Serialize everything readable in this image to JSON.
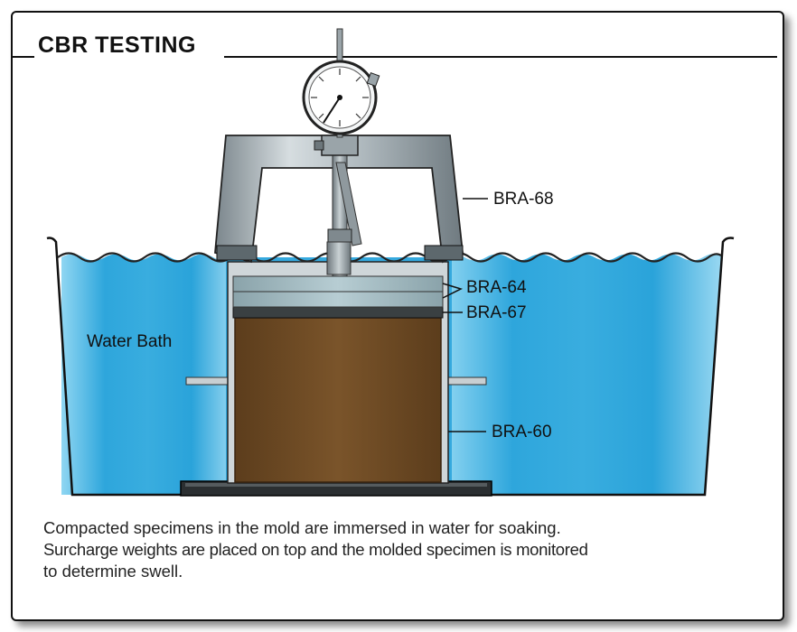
{
  "title": "CBR TESTING",
  "labels": {
    "water_bath": "Water Bath",
    "frame": "BRA-68",
    "weights": "BRA-64",
    "plate": "BRA-67",
    "mold": "BRA-60"
  },
  "caption": {
    "line1": "Compacted specimens in the mold are immersed in water for soaking.",
    "line2": "Surcharge weights are placed on top and the molded specimen is monitored",
    "line3": "to determine swell."
  },
  "colors": {
    "water": "#3aaee0",
    "soil": "#6b4a24",
    "weights": "#9fb6bd",
    "frame": "#a9b3b8"
  }
}
